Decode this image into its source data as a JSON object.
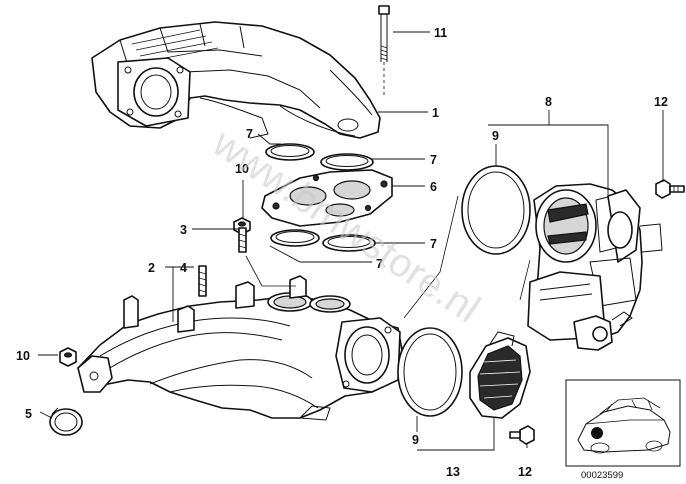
{
  "callouts": [
    {
      "id": "c11",
      "label": "11"
    },
    {
      "id": "c1",
      "label": "1"
    },
    {
      "id": "c7a",
      "label": "7"
    },
    {
      "id": "c7b",
      "label": "7"
    },
    {
      "id": "c10a",
      "label": "10"
    },
    {
      "id": "c6",
      "label": "6"
    },
    {
      "id": "c3",
      "label": "3"
    },
    {
      "id": "c2",
      "label": "2"
    },
    {
      "id": "c4",
      "label": "4"
    },
    {
      "id": "c7c",
      "label": "7"
    },
    {
      "id": "c7d",
      "label": "7"
    },
    {
      "id": "c8",
      "label": "8"
    },
    {
      "id": "c9a",
      "label": "9"
    },
    {
      "id": "c12a",
      "label": "12"
    },
    {
      "id": "c10b",
      "label": "10"
    },
    {
      "id": "c5",
      "label": "5"
    },
    {
      "id": "c9b",
      "label": "9"
    },
    {
      "id": "c13",
      "label": "13"
    },
    {
      "id": "c12b",
      "label": "12"
    }
  ],
  "watermark": "www.bmwstore.nl",
  "inset": {
    "code": "00023599"
  }
}
